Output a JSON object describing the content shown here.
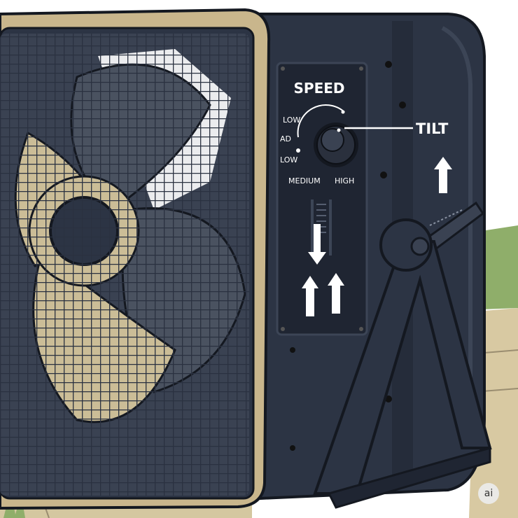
{
  "panel": {
    "title": "SPEED",
    "dial_labels": {
      "low_top": "LOW",
      "ad": "AD",
      "low_bottom": "LOW",
      "medium": "MEDIUM",
      "high": "HIGH"
    }
  },
  "callout": {
    "tilt_label": "TILT"
  },
  "badge": {
    "text": "ai"
  },
  "colors": {
    "body": "#2c3444",
    "body_dark": "#1f2532",
    "rim": "#c9b68c",
    "blade": "#4a5260",
    "blade_light": "#cbbd97",
    "grass": "#8fae6a"
  }
}
